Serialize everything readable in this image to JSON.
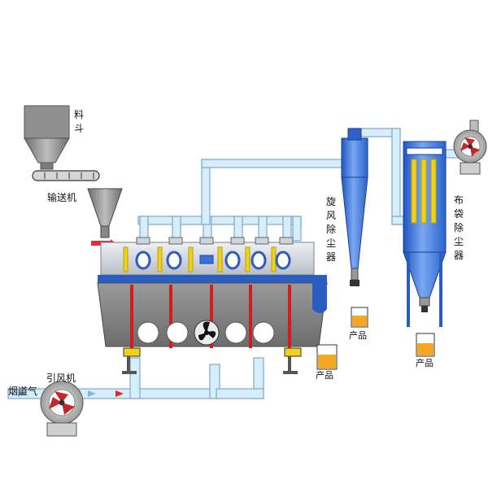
{
  "labels": {
    "hopper": "料斗",
    "conveyor": "输送机",
    "cyclone": "旋风除尘器",
    "bag_filter": "布袋除尘器",
    "product": "产品",
    "induced_fan": "引风机",
    "flue_gas": "烟道气"
  },
  "colors": {
    "pipe_fill": "#d6eefa",
    "pipe_stroke": "#7fa7cf",
    "dryer_body": "#8a8a8a",
    "dryer_top": "#c9ced6",
    "blue_frame": "#2a5dbf",
    "support_red": "#d21d1d",
    "yellow_post": "#f0d21b",
    "product_orange": "#f5a623",
    "cyclone_blue": "#3f78e0",
    "hopper_gray": "#8f8f8f",
    "flow_arrow_red": "#e4262c"
  },
  "icons": [
    "fan-icon",
    "hopper-icon",
    "cyclone-icon",
    "bag-filter-icon",
    "product-container-icon"
  ]
}
